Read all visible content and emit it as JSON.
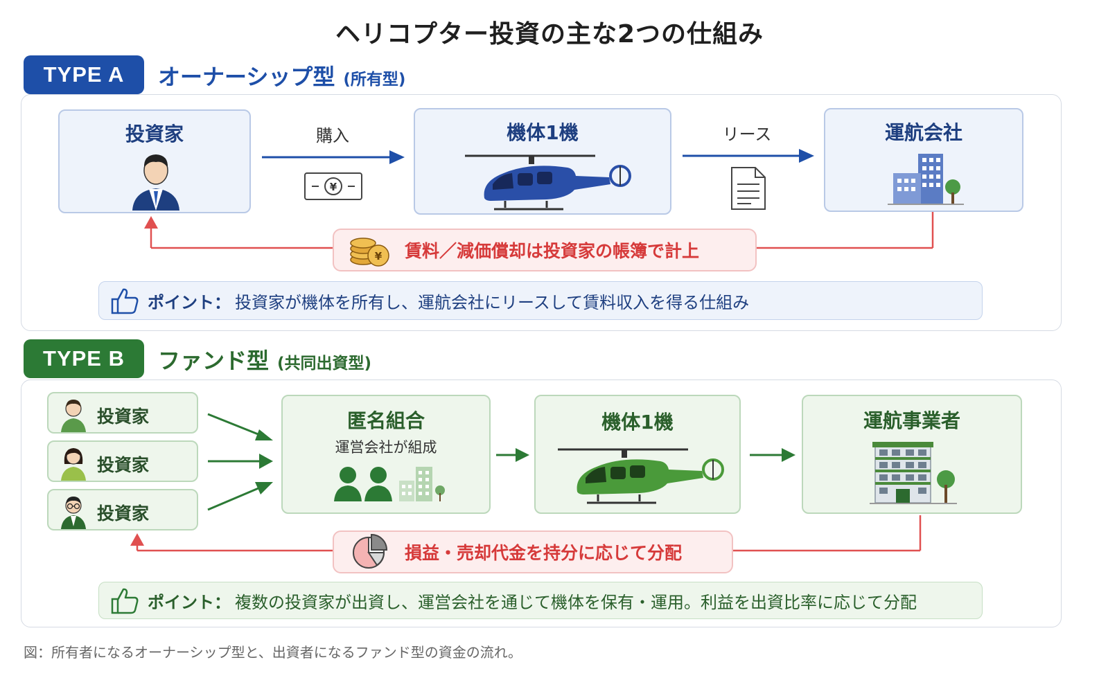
{
  "title": "ヘリコプター投資の主な2つの仕組み",
  "type_a": {
    "badge": "TYPE A",
    "heading": "オーナーシップ型",
    "heading_paren": "(所有型)",
    "investor": "投資家",
    "purchase": "購入",
    "aircraft": "機体1機",
    "lease": "リース",
    "operator": "運航会社",
    "return_note": "賃料／減価償却は投資家の帳簿で計上",
    "point_label": "ポイント：",
    "point_text": "投資家が機体を所有し、運航会社にリースして賃料収入を得る仕組み"
  },
  "type_b": {
    "badge": "TYPE B",
    "heading": "ファンド型",
    "heading_paren": "(共同出資型)",
    "investors": [
      "投資家",
      "投資家",
      "投資家"
    ],
    "partnership": "匿名組合",
    "partnership_sub": "運営会社が組成",
    "aircraft": "機体1機",
    "operator": "運航事業者",
    "return_note": "損益・売却代金を持分に応じて分配",
    "point_label": "ポイント：",
    "point_text": "複数の投資家が出資し、運営会社を通じて機体を保有・運用。利益を出資比率に応じて分配"
  },
  "caption": "図：所有者になるオーナーシップ型と、出資者になるファンド型の資金の流れ。",
  "colors": {
    "blue": "#1e4fa8",
    "green": "#2c7a35",
    "red": "#d63a3a"
  }
}
